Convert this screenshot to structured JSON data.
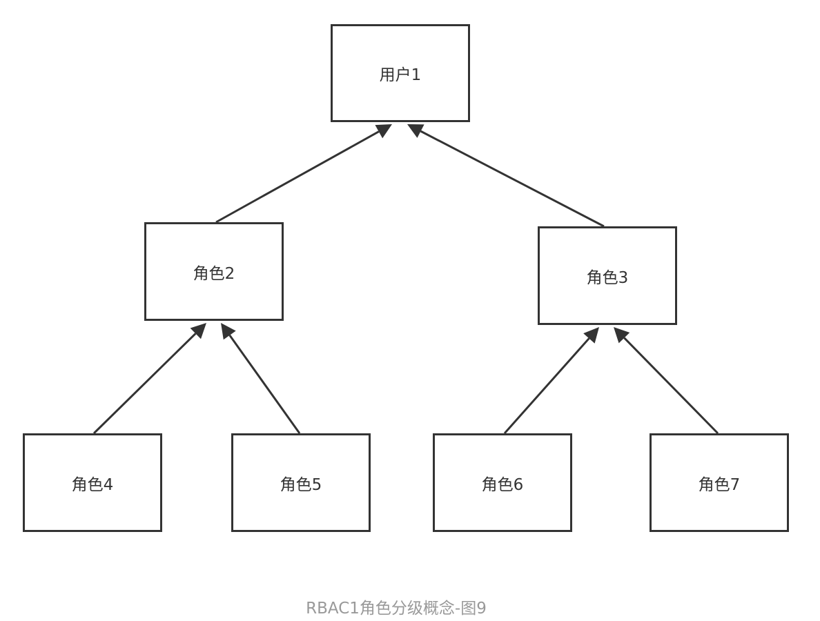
{
  "diagram": {
    "nodes": [
      {
        "id": "user1",
        "label": "用户1"
      },
      {
        "id": "role2",
        "label": "角色2"
      },
      {
        "id": "role3",
        "label": "角色3"
      },
      {
        "id": "role4",
        "label": "角色4"
      },
      {
        "id": "role5",
        "label": "角色5"
      },
      {
        "id": "role6",
        "label": "角色6"
      },
      {
        "id": "role7",
        "label": "角色7"
      }
    ],
    "edges": [
      {
        "from": "role2",
        "to": "user1"
      },
      {
        "from": "role3",
        "to": "user1"
      },
      {
        "from": "role4",
        "to": "role2"
      },
      {
        "from": "role5",
        "to": "role2"
      },
      {
        "from": "role6",
        "to": "role3"
      },
      {
        "from": "role7",
        "to": "role3"
      }
    ],
    "line_color": "#333333",
    "caption": "RBAC1角色分级概念-图9",
    "caption_color": "#999999"
  }
}
